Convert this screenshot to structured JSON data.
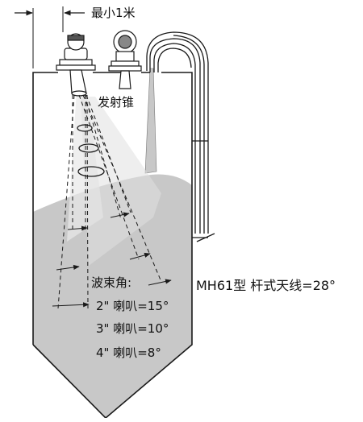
{
  "labels": {
    "min_distance": "最小1米",
    "emission_cone": "发射锥",
    "beam_angle_title": "波束角:",
    "beam_angle_1": "2\"  喇叭=15°",
    "beam_angle_2": "3\"  喇叭=10°",
    "beam_angle_3": "4\"  喇叭=8°",
    "rod_antenna": "MH61型 杆式天线=28°"
  },
  "colors": {
    "material_fill": "#c8c8c8",
    "beam_fill": "#e4e4e4",
    "outline": "#1a1a1a"
  }
}
